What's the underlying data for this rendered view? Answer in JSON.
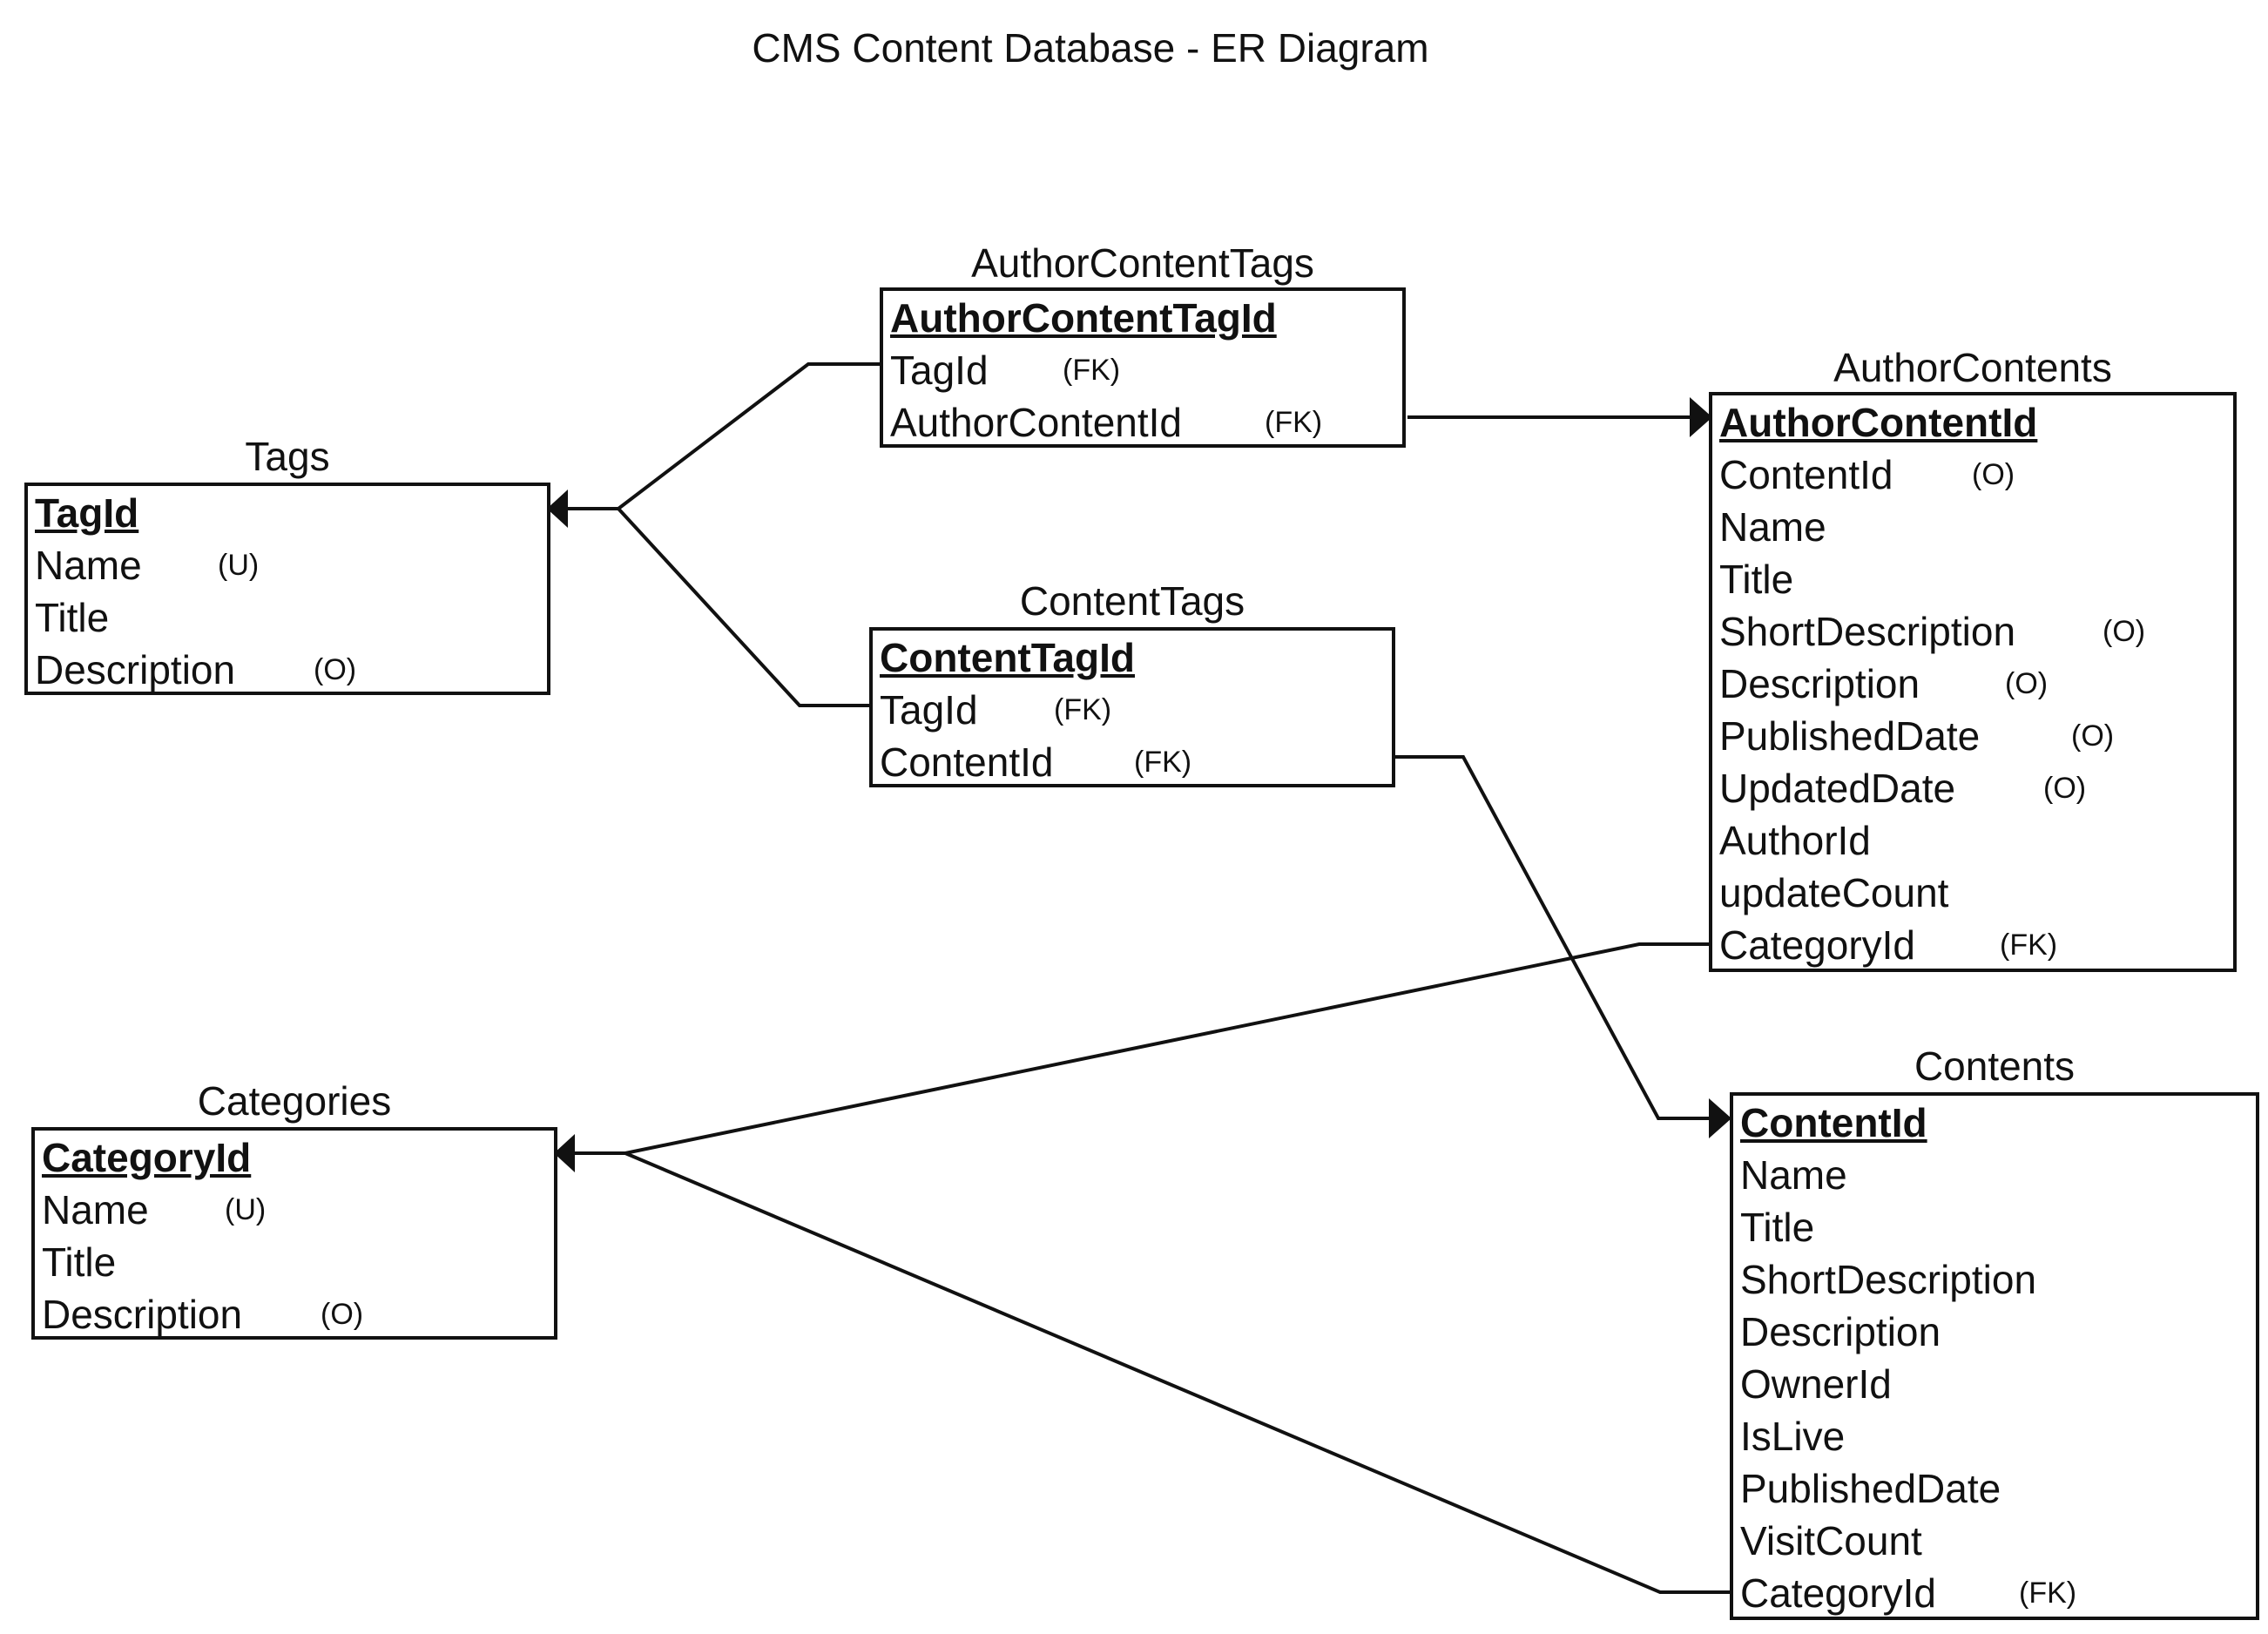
{
  "title": "CMS Content Database -  ER Diagram",
  "entities": {
    "author_content_tags": {
      "name": "AuthorContentTags",
      "attributes": [
        {
          "name": "AuthorContentTagId",
          "note": "",
          "pk": true
        },
        {
          "name": "TagId",
          "note": "(FK)",
          "pk": false
        },
        {
          "name": "AuthorContentId",
          "note": "(FK)",
          "pk": false
        }
      ]
    },
    "author_contents": {
      "name": "AuthorContents",
      "attributes": [
        {
          "name": "AuthorContentId",
          "note": "",
          "pk": true
        },
        {
          "name": "ContentId",
          "note": "(O)",
          "pk": false
        },
        {
          "name": "Name",
          "note": "",
          "pk": false
        },
        {
          "name": "Title",
          "note": "",
          "pk": false
        },
        {
          "name": "ShortDescription",
          "note": "(O)",
          "pk": false
        },
        {
          "name": "Description",
          "note": "(O)",
          "pk": false
        },
        {
          "name": "PublishedDate",
          "note": "(O)",
          "pk": false
        },
        {
          "name": "UpdatedDate",
          "note": "(O)",
          "pk": false
        },
        {
          "name": "AuthorId",
          "note": "",
          "pk": false
        },
        {
          "name": "updateCount",
          "note": "",
          "pk": false
        },
        {
          "name": "CategoryId",
          "note": "(FK)",
          "pk": false
        }
      ]
    },
    "tags": {
      "name": "Tags",
      "attributes": [
        {
          "name": "TagId",
          "note": "",
          "pk": true
        },
        {
          "name": "Name",
          "note": "(U)",
          "pk": false
        },
        {
          "name": "Title",
          "note": "",
          "pk": false
        },
        {
          "name": "Description",
          "note": "(O)",
          "pk": false
        }
      ]
    },
    "content_tags": {
      "name": "ContentTags",
      "attributes": [
        {
          "name": "ContentTagId",
          "note": "",
          "pk": true
        },
        {
          "name": "TagId",
          "note": "(FK)",
          "pk": false
        },
        {
          "name": "ContentId",
          "note": "(FK)",
          "pk": false
        }
      ]
    },
    "categories": {
      "name": "Categories",
      "attributes": [
        {
          "name": "CategoryId",
          "note": "",
          "pk": true
        },
        {
          "name": "Name",
          "note": "(U)",
          "pk": false
        },
        {
          "name": "Title",
          "note": "",
          "pk": false
        },
        {
          "name": "Description",
          "note": "(O)",
          "pk": false
        }
      ]
    },
    "contents": {
      "name": "Contents",
      "attributes": [
        {
          "name": "ContentId",
          "note": "",
          "pk": true
        },
        {
          "name": "Name",
          "note": "",
          "pk": false
        },
        {
          "name": "Title",
          "note": "",
          "pk": false
        },
        {
          "name": "ShortDescription",
          "note": "",
          "pk": false
        },
        {
          "name": "Description",
          "note": "",
          "pk": false
        },
        {
          "name": "OwnerId",
          "note": "",
          "pk": false
        },
        {
          "name": "IsLive",
          "note": "",
          "pk": false
        },
        {
          "name": "PublishedDate",
          "note": "",
          "pk": false
        },
        {
          "name": "VisitCount",
          "note": "",
          "pk": false
        },
        {
          "name": "CategoryId",
          "note": "(FK)",
          "pk": false
        }
      ]
    }
  },
  "relationships": [
    {
      "from": "author_content_tags.TagId",
      "to": "tags.TagId"
    },
    {
      "from": "content_tags.TagId",
      "to": "tags.TagId"
    },
    {
      "from": "author_content_tags.AuthorContentId",
      "to": "author_contents.AuthorContentId"
    },
    {
      "from": "content_tags.ContentId",
      "to": "contents.ContentId"
    },
    {
      "from": "author_contents.CategoryId",
      "to": "categories.CategoryId"
    },
    {
      "from": "contents.CategoryId",
      "to": "categories.CategoryId"
    }
  ]
}
